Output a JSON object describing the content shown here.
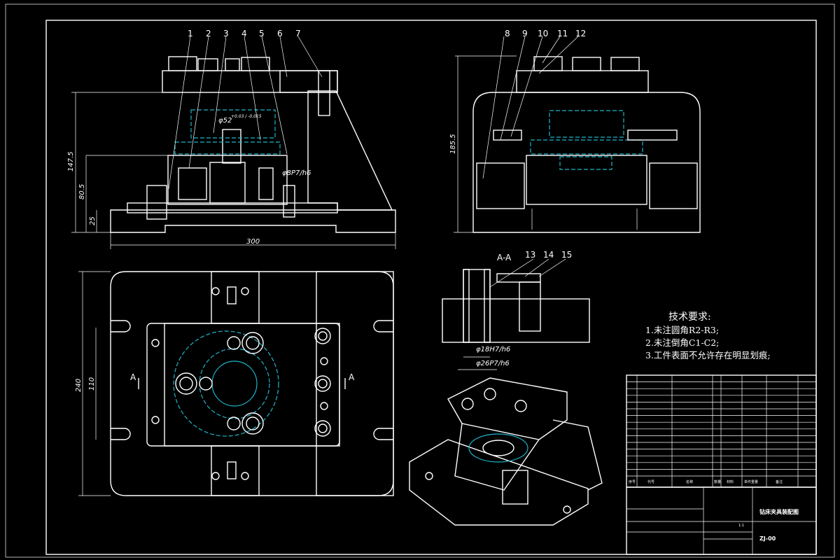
{
  "part_labels": [
    "1",
    "2",
    "3",
    "4",
    "5",
    "6",
    "7",
    "8",
    "9",
    "10",
    "11",
    "12",
    "13",
    "14",
    "15"
  ],
  "dimensions": {
    "d147": "147.5",
    "d80": "80.5",
    "d25": "25",
    "d300": "300",
    "d185": "185.5",
    "d240": "240",
    "d110": "110",
    "fit52": "φ52",
    "fit52_tol": "+0.03 / -0.015",
    "fit8": "φ8P7/h6",
    "fit18": "φ18H7/h6",
    "fit26": "φ26P7/h6"
  },
  "section_labels": {
    "aa": "A-A",
    "a1": "A",
    "a2": "A"
  },
  "requirements": {
    "title": "技术要求:",
    "items": [
      "1.未注圆角R2-R3;",
      "2.未注倒角C1-C2;",
      "3.工件表面不允许存在明显划痕;"
    ]
  },
  "title_block": {
    "drawing_title": "钻床夹具装配图",
    "drawing_no": "ZJ-00",
    "scale": "1:1",
    "header": [
      "序号",
      "代号",
      "名称",
      "数量",
      "材料",
      "单件重量",
      "备注"
    ]
  },
  "colors": {
    "line": "#ffffff",
    "hidden": "#1fb5c8",
    "background": "#000000"
  }
}
